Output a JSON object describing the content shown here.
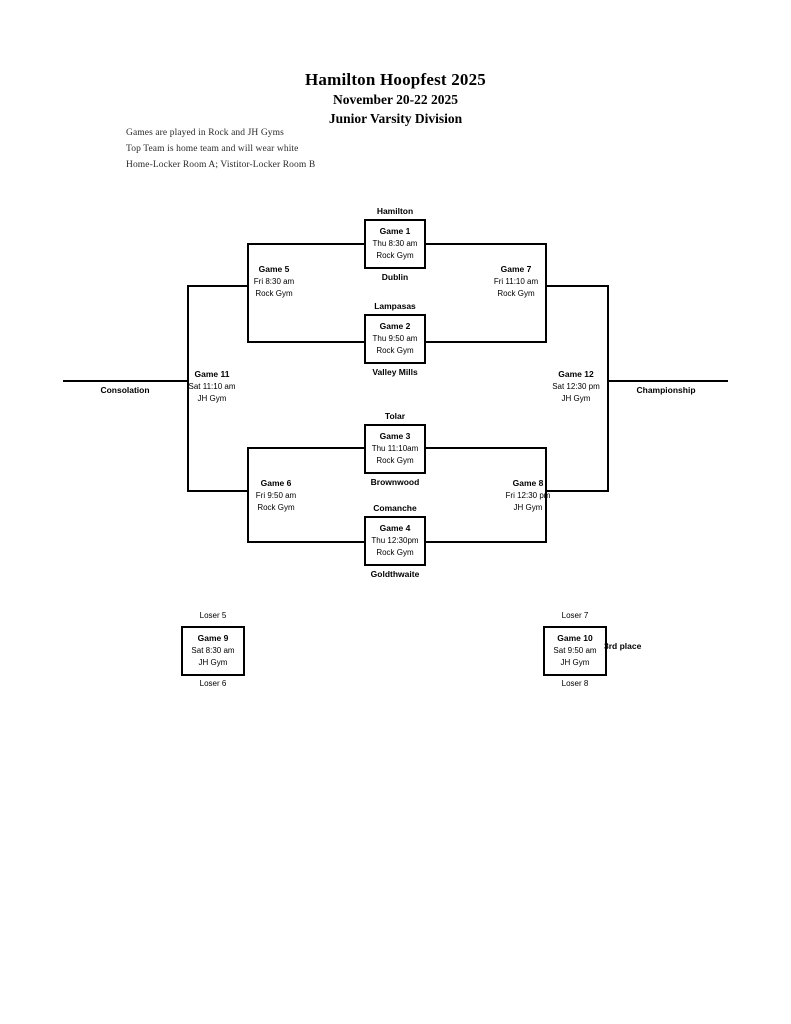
{
  "header": {
    "title": "Hamilton Hoopfest 2025",
    "dates": "November 20-22 2025",
    "division": "Junior Varsity Division",
    "notes": [
      "Games are played in Rock and JH Gyms",
      "Top Team is home team and will wear white",
      "Home-Locker Room A; Vistitor-Locker Room B"
    ]
  },
  "labels": {
    "consolation": "Consolation",
    "championship": "Championship",
    "third_place": "3rd place"
  },
  "teams": {
    "g1_top": "Hamilton",
    "g1_bottom": "Dublin",
    "g2_top": "Lampasas",
    "g2_bottom": "Valley Mills",
    "g3_top": "Tolar",
    "g3_bottom": "Brownwood",
    "g4_top": "Comanche",
    "g4_bottom": "Goldthwaite",
    "g9_top": "Loser 5",
    "g9_bottom": "Loser 6",
    "g10_top": "Loser 7",
    "g10_bottom": "Loser 8"
  },
  "games": {
    "g1": {
      "name": "Game 1",
      "time": "Thu 8:30 am",
      "venue": "Rock Gym"
    },
    "g2": {
      "name": "Game 2",
      "time": "Thu 9:50 am",
      "venue": "Rock Gym"
    },
    "g3": {
      "name": "Game 3",
      "time": "Thu 11:10am",
      "venue": "Rock Gym"
    },
    "g4": {
      "name": "Game 4",
      "time": "Thu 12:30pm",
      "venue": "Rock Gym"
    },
    "g5": {
      "name": "Game 5",
      "time": "Fri 8:30 am",
      "venue": "Rock Gym"
    },
    "g6": {
      "name": "Game 6",
      "time": "Fri 9:50 am",
      "venue": "Rock Gym"
    },
    "g7": {
      "name": "Game 7",
      "time": "Fri 11:10 am",
      "venue": "Rock Gym"
    },
    "g8": {
      "name": "Game 8",
      "time": "Fri 12:30 pm",
      "venue": "JH Gym"
    },
    "g9": {
      "name": "Game 9",
      "time": "Sat 8:30 am",
      "venue": "JH Gym"
    },
    "g10": {
      "name": "Game 10",
      "time": "Sat 9:50 am",
      "venue": "JH Gym"
    },
    "g11": {
      "name": "Game 11",
      "time": "Sat 11:10 am",
      "venue": "JH Gym"
    },
    "g12": {
      "name": "Game 12",
      "time": "Sat 12:30 pm",
      "venue": "JH Gym"
    }
  },
  "colors": {
    "line": "#000000",
    "background": "#ffffff",
    "text": "#000000"
  }
}
